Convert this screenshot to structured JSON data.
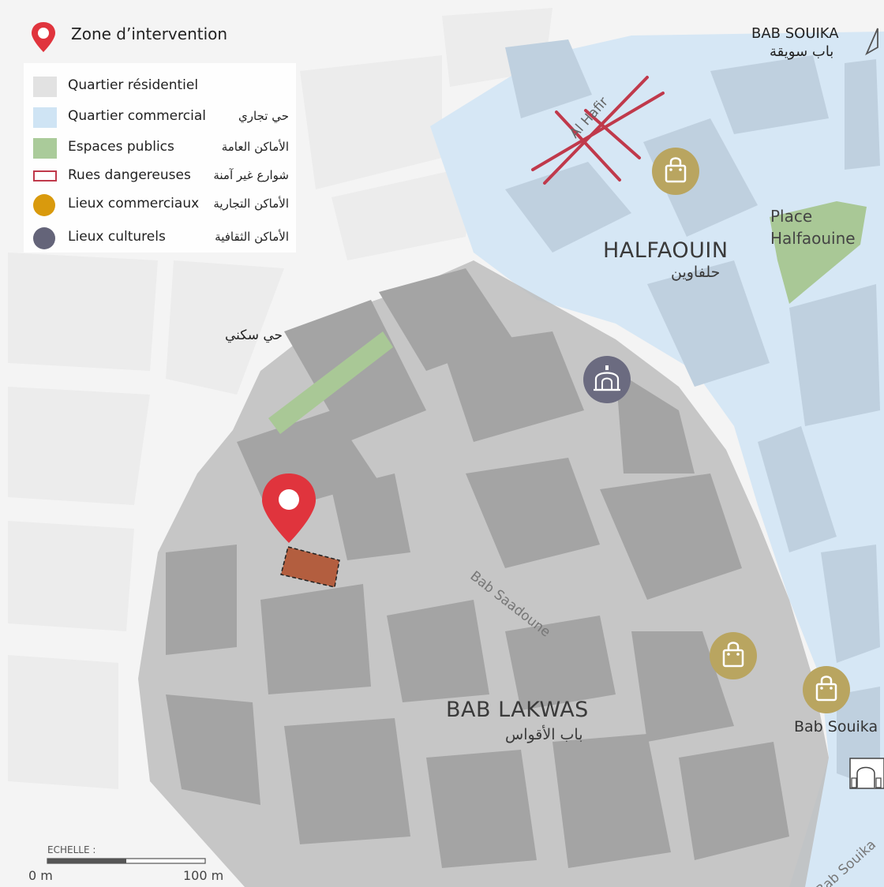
{
  "header": {
    "zone_label": "Zone d’intervention",
    "north_fr": "BAB SOUIKA",
    "north_ar": "باب سويقة"
  },
  "legend": {
    "items": [
      {
        "fr": "Quartier résidentiel",
        "ar": "",
        "color": "#e2e2e2",
        "kind": "fill"
      },
      {
        "fr": "Quartier commercial",
        "ar": "حي تجاري",
        "color": "#cfe4f4",
        "kind": "fill"
      },
      {
        "fr": "Espaces publics",
        "ar": "الأماكن العامة",
        "color": "#aacb9a",
        "kind": "fill"
      },
      {
        "fr": "Rues dangereuses",
        "ar": "شوارع غير آمنة",
        "color": "#c0394b",
        "kind": "outline"
      },
      {
        "fr": "Lieux commerciaux",
        "ar": "الأماكن التجارية",
        "color": "#d99a0d",
        "kind": "dot"
      },
      {
        "fr": "Lieux culturels",
        "ar": "الأماكن الثقافية",
        "color": "#646479",
        "kind": "dot"
      }
    ]
  },
  "districts": {
    "halfaouin_fr": "HALFAOUIN",
    "halfaouin_ar": "حلفاوين",
    "bab_lakwas_fr": "BAB LAKWAS",
    "bab_lakwas_ar": "باب الأقواس",
    "residential_ar": "حي سكني"
  },
  "places": {
    "place_line1": "Place",
    "place_line2": "Halfaouine",
    "bab_souika": "Bab Souika"
  },
  "streets": {
    "al_hafir": "Al Hafir",
    "bab_saadoune": "Bab Saadoune",
    "bab_souika_street": "Bab Souika"
  },
  "scale": {
    "title": "ECHELLE :",
    "start": "0 m",
    "end": "100 m"
  },
  "colors": {
    "residential": "#d2d2d2",
    "commercial": "#cfe4f4",
    "public": "#a9c896",
    "danger": "#c0394b",
    "commerce_poi": "#b9a560",
    "culture_poi": "#6b6b80",
    "marker": "#e0343d",
    "site": "#b35e3f"
  },
  "icons": {
    "marker": "map-pin-icon",
    "north": "north-arrow-icon",
    "shop": "shopping-bag-icon",
    "culture": "mosque-dome-icon",
    "gate": "city-gate-icon"
  }
}
